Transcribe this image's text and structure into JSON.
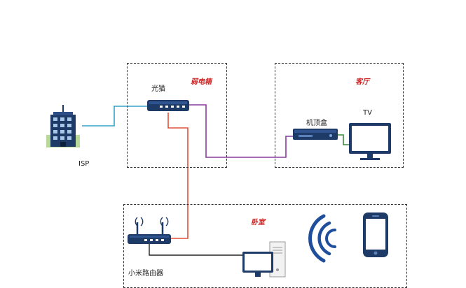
{
  "zones": {
    "weak_box": "弱电箱",
    "living_room": "客厅",
    "bedroom": "卧室"
  },
  "devices": {
    "isp": "ISP",
    "optical_modem": "光猫",
    "set_top_box": "机顶盒",
    "tv": "TV",
    "router": "小米路由器"
  },
  "colors": {
    "zone_label": "#cc2222",
    "isp_link": "#35a3c7",
    "iptv_link": "#8a3a9e",
    "router_link": "#e0503a",
    "lan_link": "#222222",
    "stb_tv_link": "#3a8a3a",
    "wifi": "#1f4e9c",
    "device": "#1e3a66"
  },
  "icons": [
    "building-icon",
    "modem-icon",
    "set-top-box-icon",
    "tv-icon",
    "router-icon",
    "desktop-pc-icon",
    "wifi-icon",
    "smartphone-icon"
  ]
}
